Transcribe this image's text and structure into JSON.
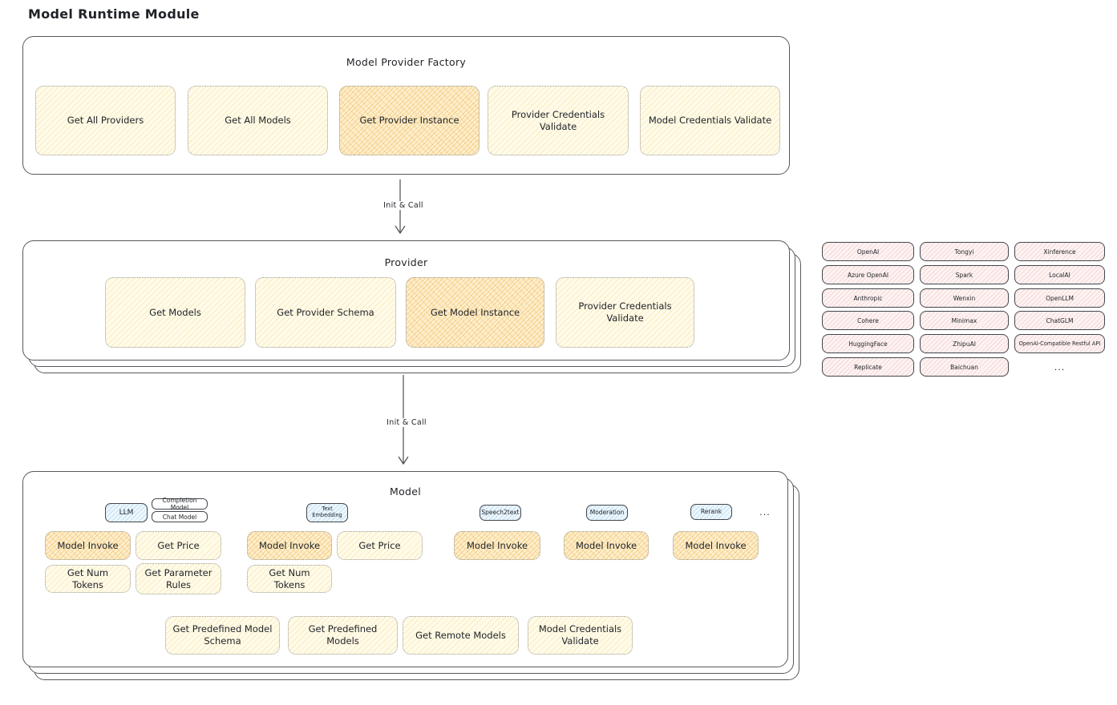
{
  "title": "Model Runtime Module",
  "arrows": {
    "arrow1": "Init & Call",
    "arrow2": "Init & Call"
  },
  "factory": {
    "title": "Model Provider Factory",
    "items": [
      "Get All Providers",
      "Get All Models",
      "Get Provider Instance",
      "Provider Credentials Validate",
      "Model Credentials Validate"
    ]
  },
  "provider": {
    "title": "Provider",
    "items": [
      "Get Models",
      "Get Provider Schema",
      "Get Model Instance",
      "Provider Credentials Validate"
    ]
  },
  "provider_list": {
    "rows": [
      [
        "OpenAI",
        "Tongyi",
        "Xinference"
      ],
      [
        "Azure OpenAI",
        "Spark",
        "LocalAI"
      ],
      [
        "Anthropic",
        "Wenxin",
        "OpenLLM"
      ],
      [
        "Cohere",
        "Minimax",
        "ChatGLM"
      ],
      [
        "HuggingFace",
        "ZhipuAI",
        "OpenAI-Compatible Restful API"
      ],
      [
        "Replicate",
        "Baichuan",
        "..."
      ]
    ]
  },
  "model": {
    "title": "Model",
    "types": {
      "llm": "LLM",
      "completion_model": "Completion Model",
      "chat_model": "Chat Model",
      "text_embedding": "Text Embedding",
      "speech2text": "Speech2text",
      "moderation": "Moderation",
      "rerank": "Rerank",
      "more": "..."
    },
    "ops": {
      "model_invoke": "Model Invoke",
      "get_price": "Get Price",
      "get_num_tokens": "Get Num Tokens",
      "get_parameter_rules": "Get Parameter Rules",
      "get_predefined_model_schema": "Get Predefined Model Schema",
      "get_predefined_models": "Get Predefined Models",
      "get_remote_models": "Get Remote Models",
      "model_credentials_validate": "Model Credentials Validate"
    }
  },
  "colors": {
    "ink": "#1f2227",
    "frame_border": "#55595e",
    "yellow_fill": "#FFFBEA",
    "yellow_hatch": "#F0D47D",
    "orange_fill": "#FCEFCE",
    "orange_hatch": "#F4BA5F",
    "pink_fill": "#FDF3F3",
    "pink_hatch": "#ECA4A4",
    "blue_fill": "#EDF7FD",
    "blue_hatch": "#85BCE3"
  }
}
